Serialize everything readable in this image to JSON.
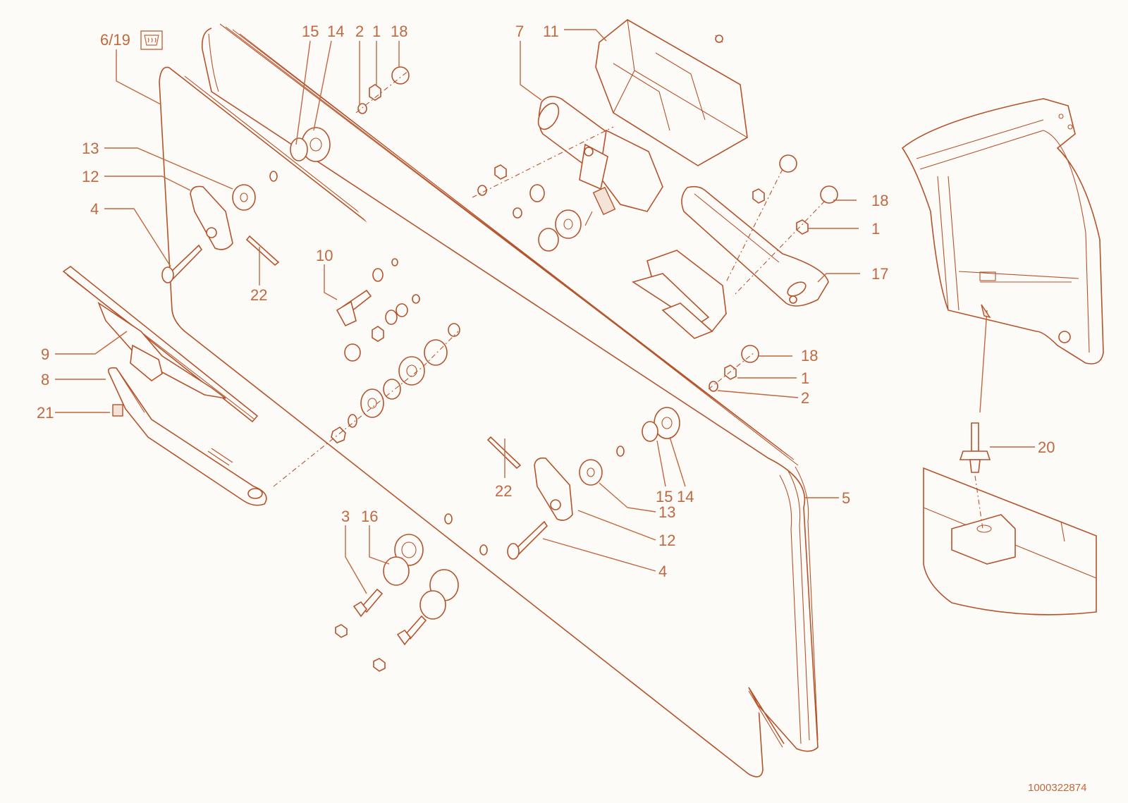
{
  "labels": {
    "l6_19": "6/19",
    "l15a": "15",
    "l14a": "14",
    "l2a": "2",
    "l1a": "1",
    "l18a": "18",
    "l7": "7",
    "l11": "11",
    "l13a": "13",
    "l12a": "12",
    "l4a": "4",
    "l22a": "22",
    "l10": "10",
    "l18b": "18",
    "l1b": "1",
    "l17": "17",
    "l9": "9",
    "l8": "8",
    "l21": "21",
    "l18c": "18",
    "l1c": "1",
    "l2c": "2",
    "l20": "20",
    "l22b": "22",
    "l15b": "15",
    "l14b": "14",
    "l13b": "13",
    "l12b": "12",
    "l4b": "4",
    "l5": "5",
    "l3": "3",
    "l16": "16"
  },
  "reference_number": "1000322874",
  "colors": {
    "line": "#b5532b",
    "label": "#c0683e",
    "background": "#fdfbf8"
  },
  "icons": {
    "heated_window": "heated-rear-window-icon"
  }
}
